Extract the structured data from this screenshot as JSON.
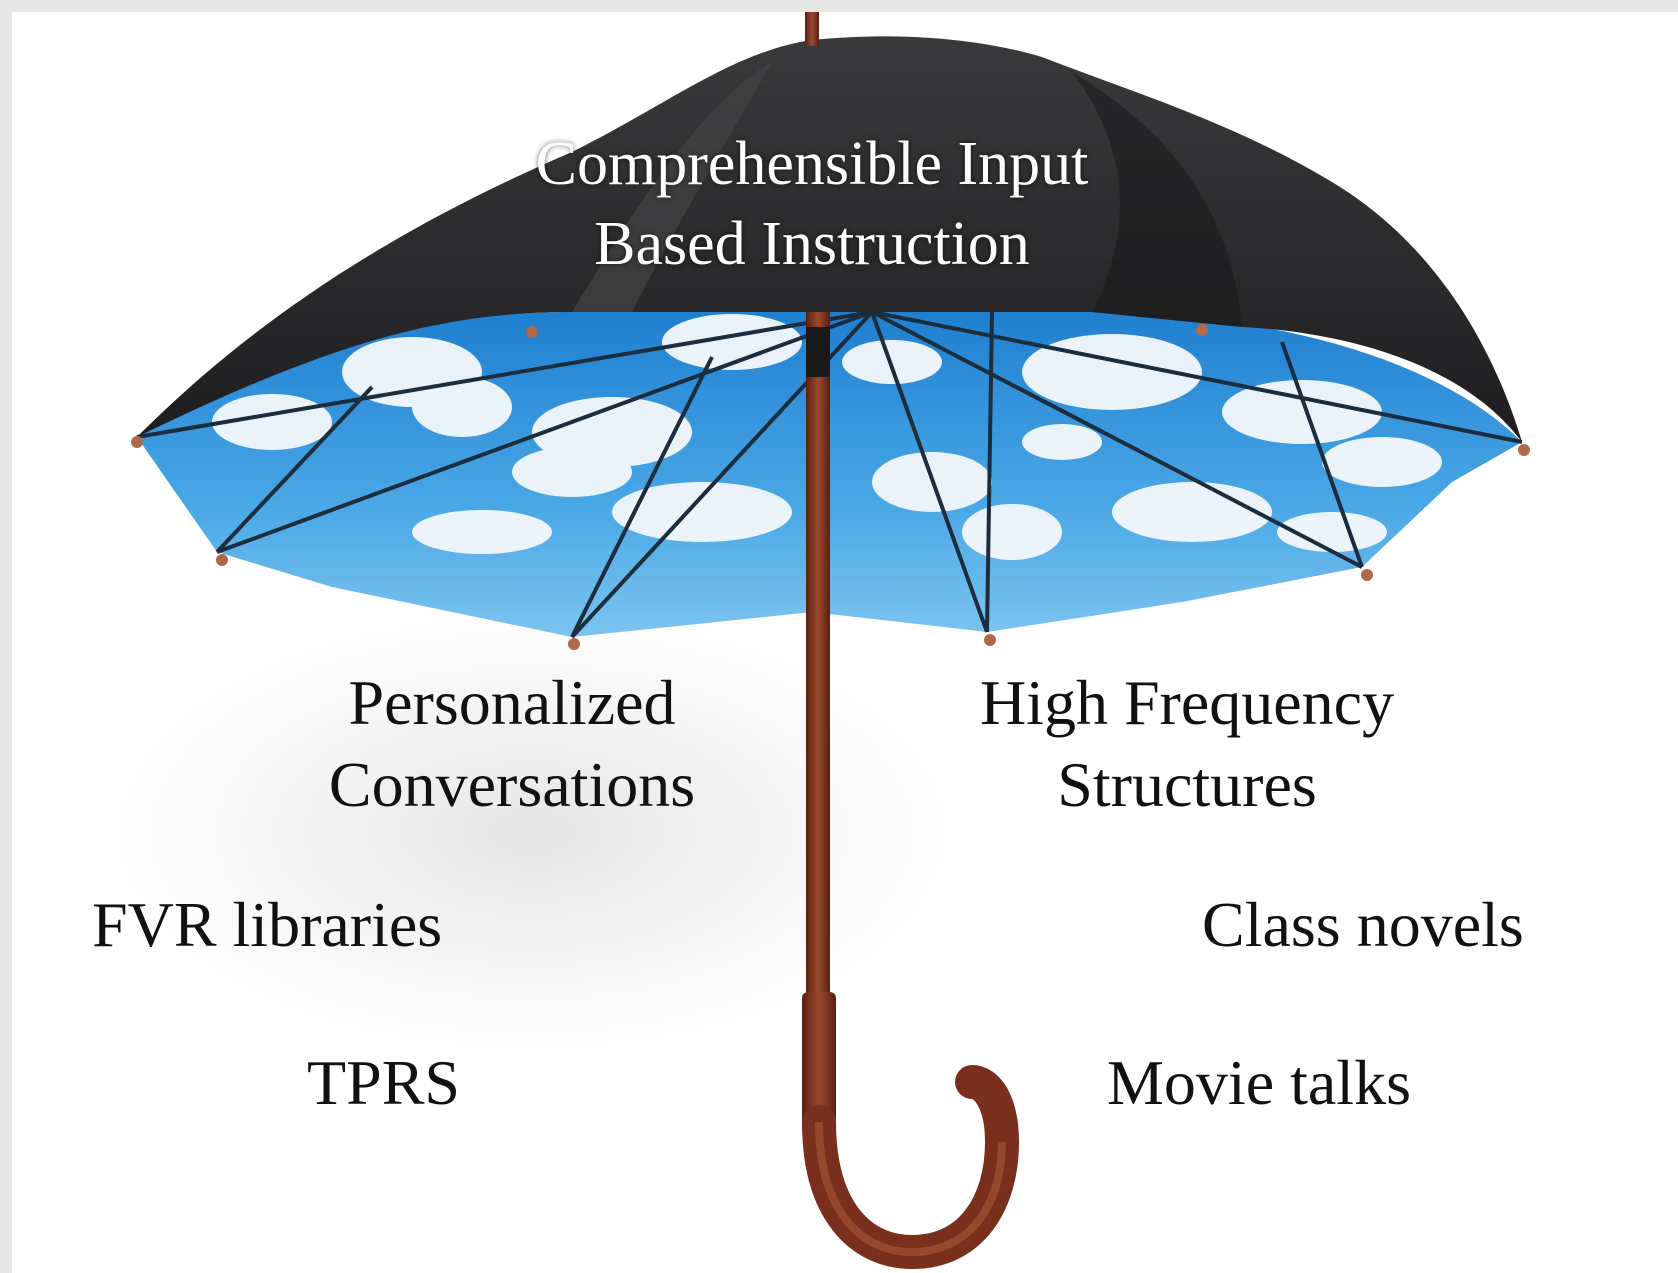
{
  "title": {
    "line1": "Comprehensible Input",
    "line2": "Based Instruction"
  },
  "labels": {
    "personalized_conversations": {
      "line1": "Personalized",
      "line2": "Conversations"
    },
    "high_frequency_structures": {
      "line1": "High Frequency",
      "line2": "Structures"
    },
    "fvr_libraries": "FVR libraries",
    "class_novels": "Class novels",
    "tprs": "TPRS",
    "movie_talks": "Movie talks"
  },
  "colors": {
    "canopy_outer": "#2c2c2e",
    "canopy_inner_sky": "#3f9fe0",
    "cloud": "#f4f8fc",
    "shaft": "#7a2e1c",
    "handle": "#8a3520",
    "rib": "#1c2d3e"
  },
  "image": {
    "subject": "umbrella-with-sky-lining"
  }
}
